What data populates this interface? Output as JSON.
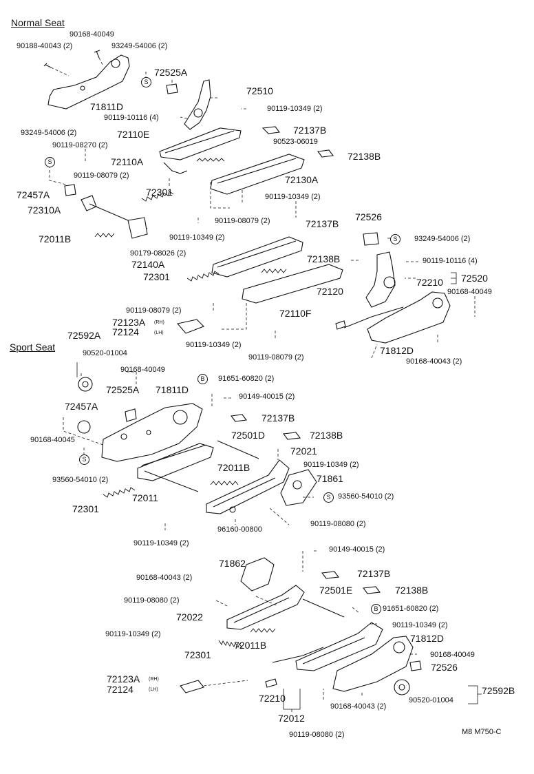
{
  "sections": {
    "normal_seat": "Normal Seat",
    "sport_seat": "Sport Seat"
  },
  "symbols": {
    "s": "S",
    "b": "B"
  },
  "ref_code": "M8 M750-C",
  "labels": [
    {
      "id": "90168-40049-a",
      "text": "90168-40049",
      "size": "sm"
    },
    {
      "id": "90188-40043-2",
      "text": "90188-40043 (2)",
      "size": "sm"
    },
    {
      "id": "93249-54006-2-a",
      "text": "93249-54006 (2)",
      "size": "sm"
    },
    {
      "id": "72525a-a",
      "text": "72525A",
      "size": "big"
    },
    {
      "id": "72510",
      "text": "72510",
      "size": "big"
    },
    {
      "id": "71811d-a",
      "text": "71811D",
      "size": "big"
    },
    {
      "id": "90119-10116-4-a",
      "text": "90119-10116 (4)",
      "size": "sm"
    },
    {
      "id": "90119-10349-2-a",
      "text": "90119-10349 (2)",
      "size": "sm"
    },
    {
      "id": "93249-54006-2-b",
      "text": "93249-54006 (2)",
      "size": "sm"
    },
    {
      "id": "72110e",
      "text": "72110E",
      "size": "big"
    },
    {
      "id": "72137b-a",
      "text": "72137B",
      "size": "big"
    },
    {
      "id": "90119-08270-2",
      "text": "90119-08270 (2)",
      "size": "sm"
    },
    {
      "id": "90523-06019",
      "text": "90523-06019",
      "size": "sm"
    },
    {
      "id": "72110a",
      "text": "72110A",
      "size": "big"
    },
    {
      "id": "72138b-a",
      "text": "72138B",
      "size": "big"
    },
    {
      "id": "90119-08079-2-a",
      "text": "90119-08079 (2)",
      "size": "sm"
    },
    {
      "id": "72130a",
      "text": "72130A",
      "size": "big"
    },
    {
      "id": "72457a-a",
      "text": "72457A",
      "size": "big"
    },
    {
      "id": "72301-a",
      "text": "72301",
      "size": "big"
    },
    {
      "id": "90119-10349-2-b",
      "text": "90119-10349 (2)",
      "size": "sm"
    },
    {
      "id": "72310a",
      "text": "72310A",
      "size": "big"
    },
    {
      "id": "90119-08079-2-b",
      "text": "90119-08079 (2)",
      "size": "sm"
    },
    {
      "id": "72137b-b",
      "text": "72137B",
      "size": "big"
    },
    {
      "id": "72526-a",
      "text": "72526",
      "size": "big"
    },
    {
      "id": "72011b-a",
      "text": "72011B",
      "size": "big"
    },
    {
      "id": "90119-10349-2-c",
      "text": "90119-10349 (2)",
      "size": "sm"
    },
    {
      "id": "93249-54006-2-c",
      "text": "93249-54006 (2)",
      "size": "sm"
    },
    {
      "id": "90179-08026-2",
      "text": "90179-08026 (2)",
      "size": "sm"
    },
    {
      "id": "72140a",
      "text": "72140A",
      "size": "big"
    },
    {
      "id": "72138b-b",
      "text": "72138B",
      "size": "big"
    },
    {
      "id": "90119-10116-4-b",
      "text": "90119-10116 (4)",
      "size": "sm"
    },
    {
      "id": "72301-b",
      "text": "72301",
      "size": "big"
    },
    {
      "id": "72120",
      "text": "72120",
      "size": "big"
    },
    {
      "id": "72210-a",
      "text": "72210",
      "size": "big"
    },
    {
      "id": "72520",
      "text": "72520",
      "size": "big"
    },
    {
      "id": "90168-40049-b",
      "text": "90168-40049",
      "size": "sm"
    },
    {
      "id": "90119-08079-2-c",
      "text": "90119-08079 (2)",
      "size": "sm"
    },
    {
      "id": "72110f",
      "text": "72110F",
      "size": "big"
    },
    {
      "id": "72123a-a",
      "text": "72123A",
      "size": "big"
    },
    {
      "id": "rh-a",
      "text": "(RH)",
      "size": "tiny"
    },
    {
      "id": "72124-a",
      "text": "72124",
      "size": "big"
    },
    {
      "id": "lh-a",
      "text": "(LH)",
      "size": "tiny"
    },
    {
      "id": "90119-10349-2-d",
      "text": "90119-10349 (2)",
      "size": "sm"
    },
    {
      "id": "71812d-a",
      "text": "71812D",
      "size": "big"
    },
    {
      "id": "72592a",
      "text": "72592A",
      "size": "big"
    },
    {
      "id": "90119-08079-2-d",
      "text": "90119-08079 (2)",
      "size": "sm"
    },
    {
      "id": "90168-40043-2-a",
      "text": "90168-40043 (2)",
      "size": "sm"
    },
    {
      "id": "90520-01004-a",
      "text": "90520-01004",
      "size": "sm"
    },
    {
      "id": "90168-40049-c",
      "text": "90168-40049",
      "size": "sm"
    },
    {
      "id": "91651-60820-2-a",
      "text": "91651-60820 (2)",
      "size": "sm"
    },
    {
      "id": "72525a-b",
      "text": "72525A",
      "size": "big"
    },
    {
      "id": "71811d-b",
      "text": "71811D",
      "size": "big"
    },
    {
      "id": "90149-40015-2-a",
      "text": "90149-40015 (2)",
      "size": "sm"
    },
    {
      "id": "72457a-b",
      "text": "72457A",
      "size": "big"
    },
    {
      "id": "72137b-c",
      "text": "72137B",
      "size": "big"
    },
    {
      "id": "90168-40045",
      "text": "90168-40045",
      "size": "sm"
    },
    {
      "id": "72501d",
      "text": "72501D",
      "size": "big"
    },
    {
      "id": "72138b-c",
      "text": "72138B",
      "size": "big"
    },
    {
      "id": "72021",
      "text": "72021",
      "size": "big"
    },
    {
      "id": "90119-10349-2-e",
      "text": "90119-10349 (2)",
      "size": "sm"
    },
    {
      "id": "72011b-b",
      "text": "72011B",
      "size": "big"
    },
    {
      "id": "71861",
      "text": "71861",
      "size": "big"
    },
    {
      "id": "93560-54010-2-a",
      "text": "93560-54010 (2)",
      "size": "sm"
    },
    {
      "id": "72011",
      "text": "72011",
      "size": "big"
    },
    {
      "id": "93560-54010-2-b",
      "text": "93560-54010 (2)",
      "size": "sm"
    },
    {
      "id": "72301-c",
      "text": "72301",
      "size": "big"
    },
    {
      "id": "96160-00800",
      "text": "96160-00800",
      "size": "sm"
    },
    {
      "id": "90119-08080-2-a",
      "text": "90119-08080 (2)",
      "size": "sm"
    },
    {
      "id": "90119-10349-2-f",
      "text": "90119-10349 (2)",
      "size": "sm"
    },
    {
      "id": "90149-40015-2-b",
      "text": "90149-40015 (2)",
      "size": "sm"
    },
    {
      "id": "71862",
      "text": "71862",
      "size": "big"
    },
    {
      "id": "72137b-d",
      "text": "72137B",
      "size": "big"
    },
    {
      "id": "90168-40043-2-b",
      "text": "90168-40043 (2)",
      "size": "sm"
    },
    {
      "id": "72501e",
      "text": "72501E",
      "size": "big"
    },
    {
      "id": "72138b-d",
      "text": "72138B",
      "size": "big"
    },
    {
      "id": "90119-08080-2-b",
      "text": "90119-08080 (2)",
      "size": "sm"
    },
    {
      "id": "91651-60820-2-b",
      "text": "91651-60820 (2)",
      "size": "sm"
    },
    {
      "id": "72022",
      "text": "72022",
      "size": "big"
    },
    {
      "id": "90119-10349-2-g",
      "text": "90119-10349 (2)",
      "size": "sm"
    },
    {
      "id": "90119-10349-2-h",
      "text": "90119-10349 (2)",
      "size": "sm"
    },
    {
      "id": "72011b-c",
      "text": "72011B",
      "size": "big"
    },
    {
      "id": "71812d-b",
      "text": "71812D",
      "size": "big"
    },
    {
      "id": "72301-d",
      "text": "72301",
      "size": "big"
    },
    {
      "id": "90168-40049-d",
      "text": "90168-40049",
      "size": "sm"
    },
    {
      "id": "72526-b",
      "text": "72526",
      "size": "big"
    },
    {
      "id": "72123a-b",
      "text": "72123A",
      "size": "big"
    },
    {
      "id": "rh-b",
      "text": "(RH)",
      "size": "tiny"
    },
    {
      "id": "72124-b",
      "text": "72124",
      "size": "big"
    },
    {
      "id": "lh-b",
      "text": "(LH)",
      "size": "tiny"
    },
    {
      "id": "72592b",
      "text": "72592B",
      "size": "big"
    },
    {
      "id": "90520-01004-b",
      "text": "90520-01004",
      "size": "sm"
    },
    {
      "id": "72210-b",
      "text": "72210",
      "size": "big"
    },
    {
      "id": "90168-40043-2-c",
      "text": "90168-40043 (2)",
      "size": "sm"
    },
    {
      "id": "72012",
      "text": "72012",
      "size": "big"
    },
    {
      "id": "90119-08080-2-c",
      "text": "90119-08080 (2)",
      "size": "sm"
    }
  ]
}
